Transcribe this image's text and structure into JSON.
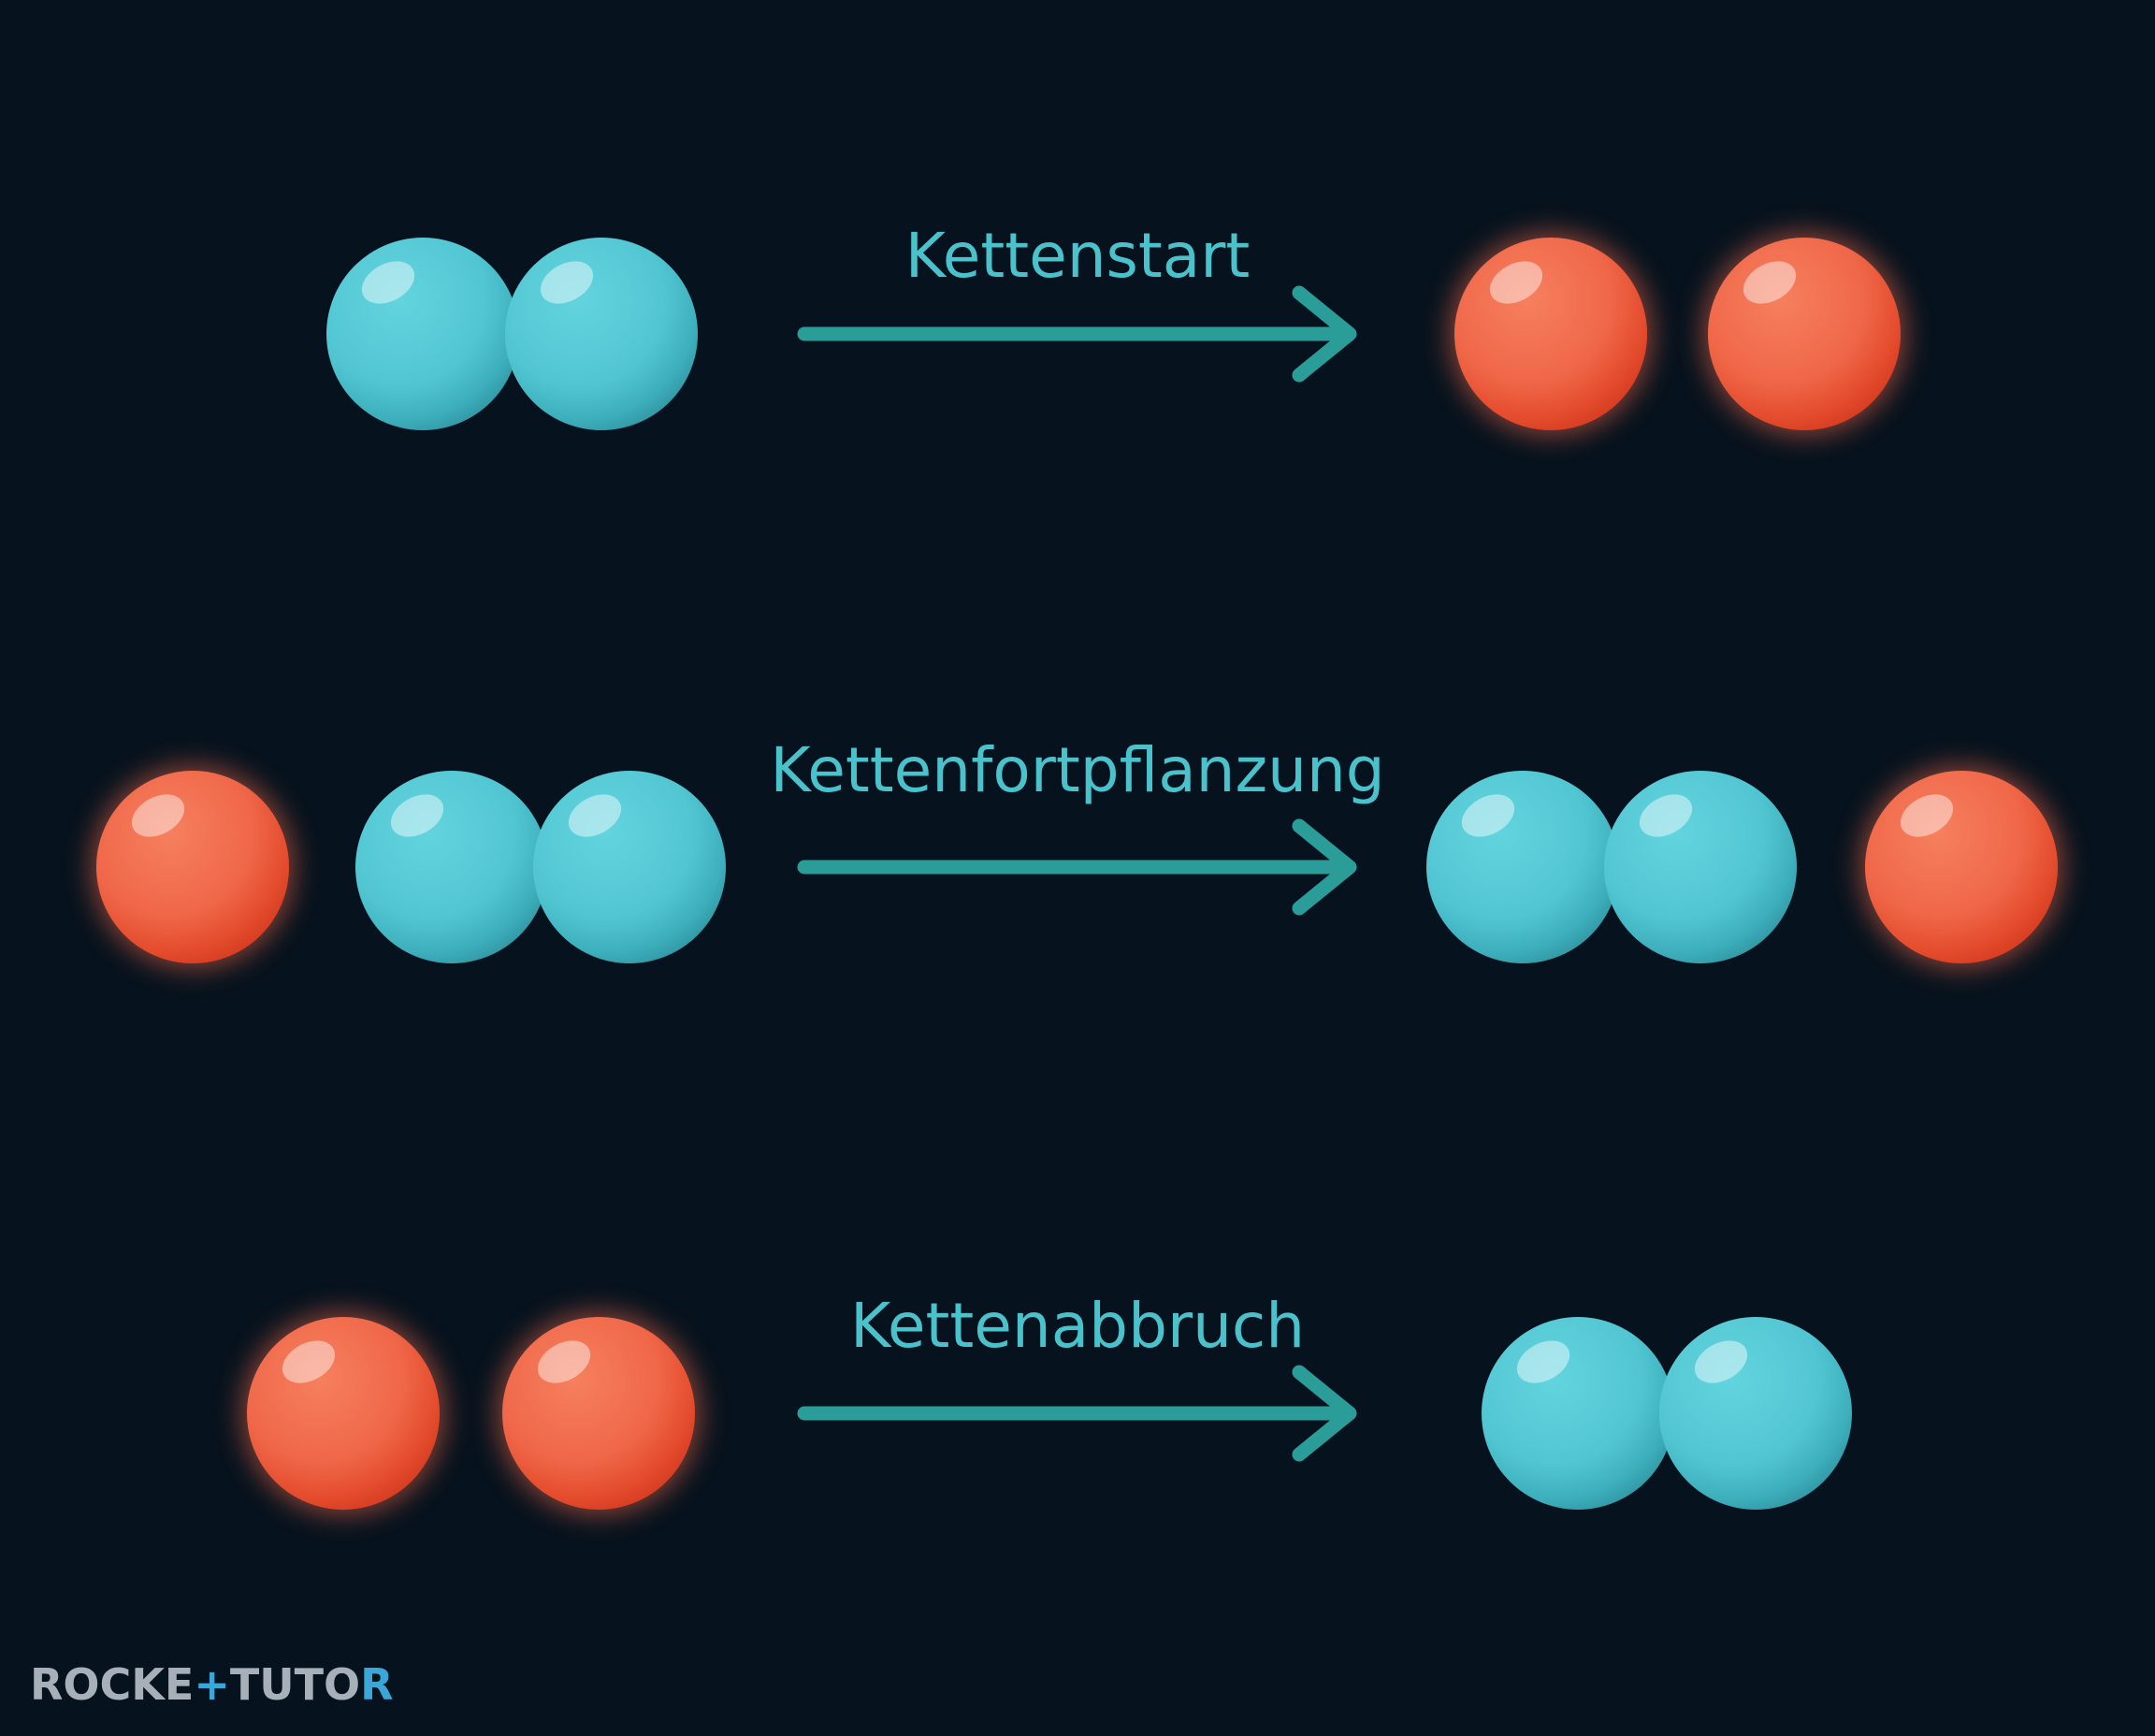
{
  "diagram": {
    "colors": {
      "background": "#06121d",
      "molecule_atom": "#55c9d5",
      "radical_atom": "#ef6648",
      "arrow": "#2a9d98",
      "label": "#49c2cc"
    },
    "steps": [
      {
        "label": "Kettenstart",
        "reactants": [
          {
            "kind": "molecule"
          }
        ],
        "products": [
          {
            "kind": "radical"
          },
          {
            "kind": "radical"
          }
        ]
      },
      {
        "label": "Kettenfortpflanzung",
        "reactants": [
          {
            "kind": "radical"
          },
          {
            "kind": "molecule"
          }
        ],
        "products": [
          {
            "kind": "molecule"
          },
          {
            "kind": "radical"
          }
        ]
      },
      {
        "label": "Kettenabbruch",
        "reactants": [
          {
            "kind": "radical"
          },
          {
            "kind": "radical"
          }
        ],
        "products": [
          {
            "kind": "molecule"
          }
        ]
      }
    ]
  },
  "brand": {
    "left": "ROCKE",
    "middle": "TUTO",
    "right": "R",
    "colors": {
      "text": "#a7b0b8",
      "accent": "#3aa7d8"
    }
  }
}
